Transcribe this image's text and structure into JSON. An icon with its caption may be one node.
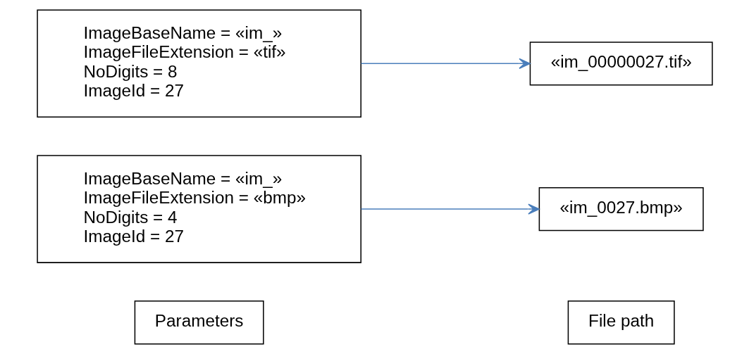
{
  "diagram": {
    "nodes": [
      {
        "text": [
          "Parameters"
        ]
      },
      {
        "text": [
          "File path"
        ]
      },
      {
        "text": [
          "ImageBaseName = «im_»",
          "ImageFileExtension = «bmp»",
          "NoDigits = 4",
          "ImageId = 27"
        ]
      },
      {
        "text": [
          "«im_0027.bmp»"
        ]
      },
      {
        "text": [
          "ImageBaseName = «im_»",
          "ImageFileExtension = «tif»",
          "NoDigits = 8",
          "ImageId = 27"
        ]
      },
      {
        "text": [
          "«im_00000027.tif»"
        ]
      }
    ],
    "edges": [
      {
        "from": 2,
        "to": 3,
        "arrow": "to"
      },
      {
        "from": 4,
        "to": 5,
        "arrow": "to"
      }
    ]
  }
}
